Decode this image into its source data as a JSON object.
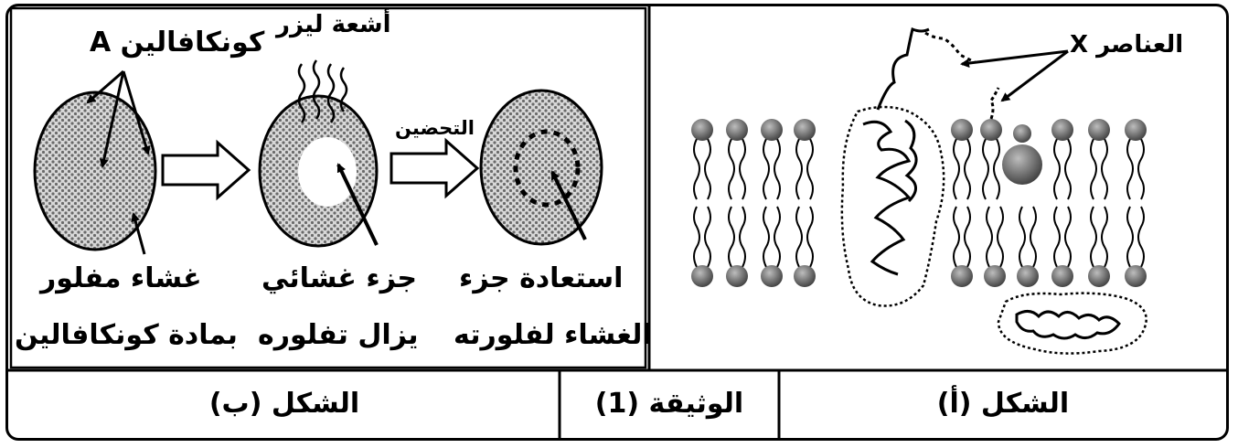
{
  "panel_b": {
    "concanavalin_label": "كونكافالين",
    "concanavalin_letter": "A",
    "laser_label": "أشعة ليزر",
    "incubation_label": "التحضين",
    "membrane_caption_line1": "غشاء مفلور",
    "membrane_caption_line2": "بمادة كونكافالين",
    "part_caption_line1": "جزء غشائي",
    "part_caption_line2": "يزال تفلوره",
    "restore_caption_line1": "استعادة جزء",
    "restore_caption_line2": "الغشاء لفلورته"
  },
  "panel_a": {
    "elements_label": "العناصر",
    "elements_letter": "X"
  },
  "footer": {
    "figure_b": "الشكل (ب)",
    "document": "الوثيقة (1)",
    "figure_a": "الشكل (أ)"
  },
  "colors": {
    "ink": "#000000",
    "dot_fill": "#8f8f8f",
    "background": "#ffffff"
  }
}
